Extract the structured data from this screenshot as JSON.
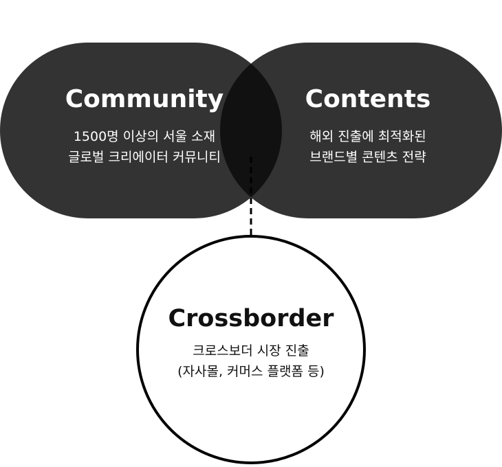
{
  "diagram": {
    "community": {
      "title": "Community",
      "lines": [
        "1500명 이상의 서울 소재",
        "글로벌 크리에이터 커뮤니티"
      ]
    },
    "contents": {
      "title": "Contents",
      "lines": [
        "해외 진출에 최적화된",
        "브랜드별 콘텐츠 전략"
      ]
    },
    "crossborder": {
      "title": "Crossborder",
      "lines": [
        "크로스보더 시장 진출",
        "(자사몰, 커머스 플랫폼 등)"
      ]
    }
  },
  "colors": {
    "pill": "#333333",
    "overlap": "#111111",
    "circle_border": "#000000",
    "circle_fill": "#ffffff",
    "text_light": "#ffffff",
    "text_dark": "#111111"
  }
}
